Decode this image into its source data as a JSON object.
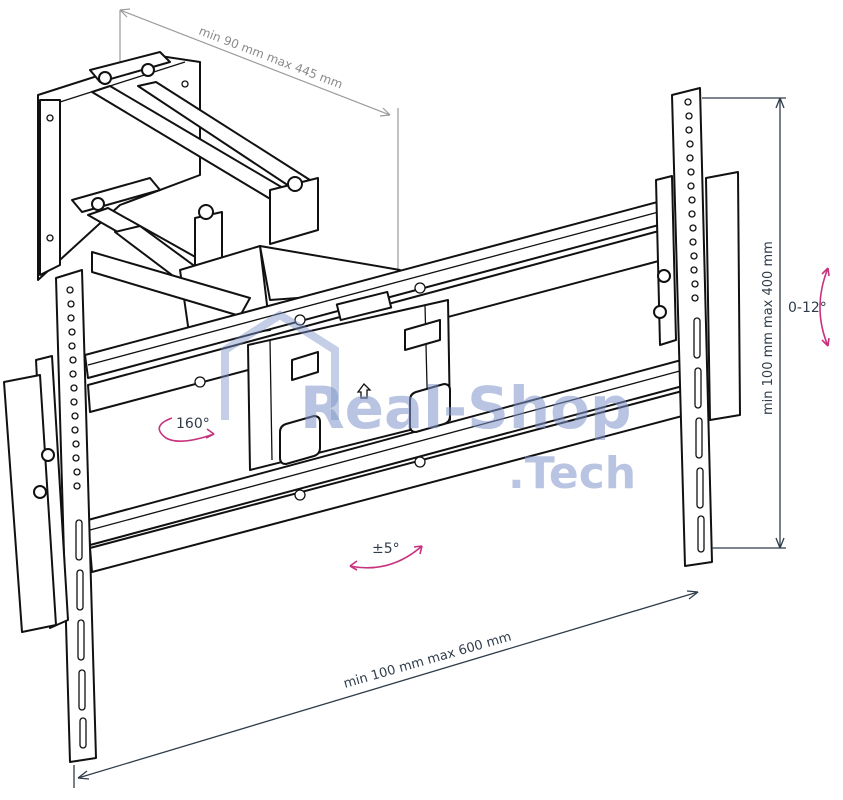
{
  "dimensions": {
    "arm_extension": "min 90 mm max 445 mm",
    "vertical_vesa": "min 100 mm max 400 mm",
    "horizontal_vesa": "min 100 mm max 600 mm"
  },
  "angles": {
    "tilt": "0-12°",
    "swivel": "160°",
    "level": "±5°"
  },
  "watermark": {
    "line1": "Real-Shop",
    "line2": ".Tech"
  },
  "colors": {
    "outline": "#111111",
    "dimension": "#2f3c4b",
    "arrow": "#c8327d",
    "watermark": "#7d93c8"
  }
}
